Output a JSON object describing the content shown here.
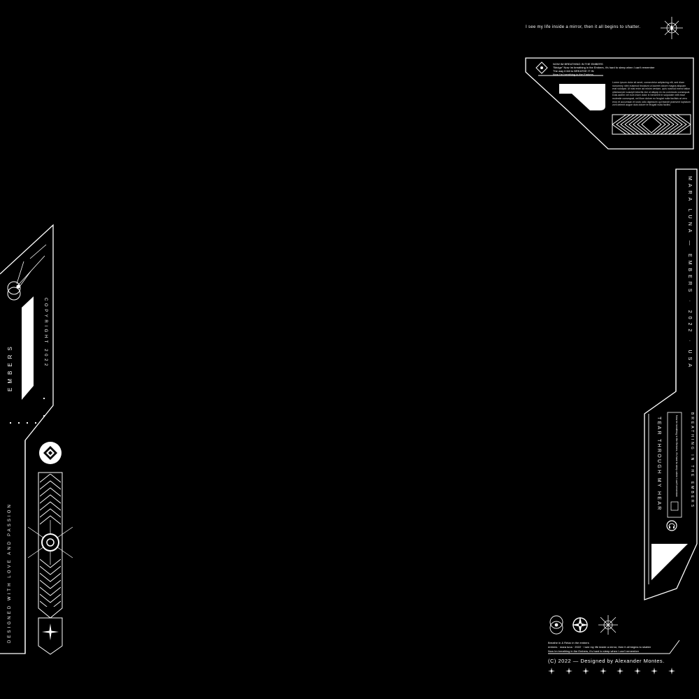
{
  "colors": {
    "background": "#000000",
    "foreground": "#ffffff"
  },
  "top_right": {
    "tagline": "I see my life inside a mirror, then it all begins to shatter.",
    "compass_icon": "compass-star-icon"
  },
  "info_panel": {
    "heading": "NOW IM BREATHING IN THE EMBERS",
    "lines": [
      "\"Bridge\" Now Im breathing in the Embers, it's hard to sleep when I can't remember",
      "The way it felt to BREATHE IT IN",
      "Now I'm breathing in the Embers"
    ],
    "body": "Lorem ipsum dolor sit amet, consectetur adipiscing elit, sed diam nonummy nibh euismod tincidunt ut laoreet dolore magna aliquam erat volutpat. Ut wisi enim ad minim veniam, quis nostrud exerci tation ullamcorper suscipit lobortis nisl ut aliquip ex ea commodo consequat. Duis autem vel eum iriure dolor in hendrerit in vulputate velit esse molestie consequat, vel illum dolore eu feugiat nulla facilisis at vero eros et accumsan et iusto odio dignissim qui blandit praesent luptatum zzril delenit augue duis dolore te feugait nulla facilisi."
  },
  "right_strip": {
    "vertical_title": "MARA LUNA — EMBERS · 2022 · USA",
    "vertical_lyric": "TEAR THROUGH MY HEAR",
    "vertical_small": "BREATHING IN THE EMBERS",
    "music_icon": "headphones-icon"
  },
  "left_strip": {
    "vertical_title": "EMBERS",
    "vertical_copyright": "COPYRIGHT 2022",
    "vertical_credit": "DESIGNED WITH LOVE AND PASSION",
    "emblem_icon": "diamond-emblem-icon",
    "target_icon": "crosshair-target-icon",
    "spark_icon": "spark-star-icon"
  },
  "bottom_right": {
    "icons": [
      "eye-icon",
      "compass-icon",
      "starburst-icon"
    ],
    "small_text_1": "Breathe in & Relax in the embers",
    "small_text_2": "embers · mara luna · 2022 · I see my life inside a mirror, then it all begins to shatter",
    "small_text_3": "Now Im breathing in the Embers, it's hard to sleep when I can't remember",
    "credit": "(C) 2022 — Designed by Alexander Montes.",
    "star_count": 8
  }
}
